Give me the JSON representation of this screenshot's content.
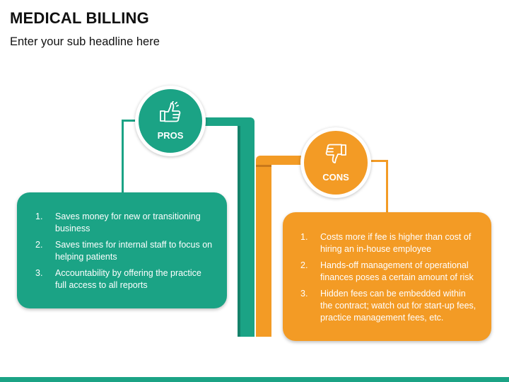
{
  "header": {
    "title": "MEDICAL BILLING",
    "subtitle": "Enter your sub headline here"
  },
  "colors": {
    "pros": "#1ba385",
    "cons": "#f39b25"
  },
  "pros": {
    "label": "PROS",
    "icon": "thumbs-up-icon",
    "items": [
      {
        "num": "1.",
        "text": "Saves money for new or transitioning  business"
      },
      {
        "num": "2.",
        "text": "Saves times for internal staff to focus on helping patients"
      },
      {
        "num": "3.",
        "text": "Accountability by offering the practice full access to all reports"
      }
    ]
  },
  "cons": {
    "label": "CONS",
    "icon": "thumbs-down-icon",
    "items": [
      {
        "num": "1.",
        "text": "Costs more if fee is higher than cost of hiring an in-house employee"
      },
      {
        "num": "2.",
        "text": "Hands-off management of operational finances poses a certain amount of risk"
      },
      {
        "num": "3.",
        "text": "Hidden fees can be embedded within the contract; watch out for start-up fees, practice management fees, etc."
      }
    ]
  }
}
